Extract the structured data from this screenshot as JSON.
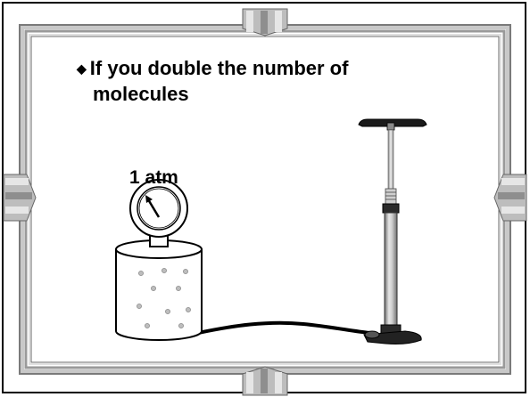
{
  "slide": {
    "bullet_line_1": "If you double the number of",
    "bullet_line_2": "molecules",
    "gauge_label": "1 atm"
  },
  "colors": {
    "frame_light": "#d8d8d8",
    "frame_mid": "#a9a9a9",
    "frame_dark": "#7a7a7a",
    "pump_metal": "#b8b8b8",
    "hose": "#000000"
  },
  "icons": {
    "bullet": "diamond-bullet-icon",
    "gauge": "pressure-gauge-icon",
    "container": "gas-cylinder-icon",
    "pump": "bicycle-pump-icon"
  }
}
